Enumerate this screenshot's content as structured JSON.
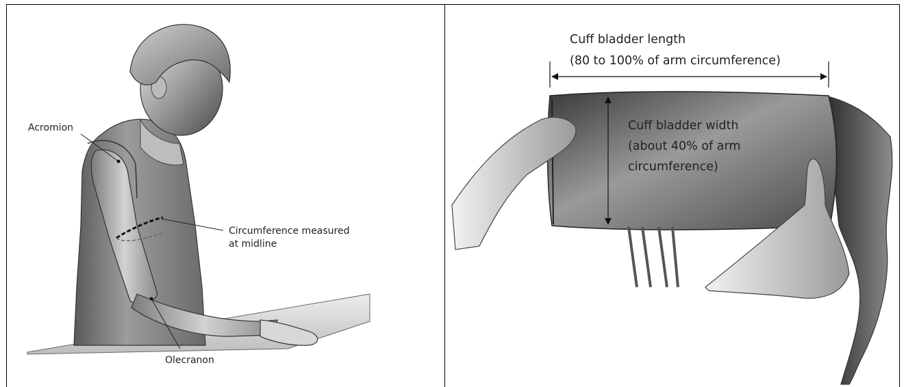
{
  "left_panel": {
    "acromion": "Acromion",
    "circumference_line1": "Circumference measured",
    "circumference_line2": "at midline",
    "olecranon": "Olecranon"
  },
  "right_panel": {
    "length_line1": "Cuff bladder length",
    "length_line2": "(80 to 100% of arm circumference)",
    "width_line1": "Cuff bladder width",
    "width_line2": "(about 40% of arm",
    "width_line3": "circumference)"
  }
}
